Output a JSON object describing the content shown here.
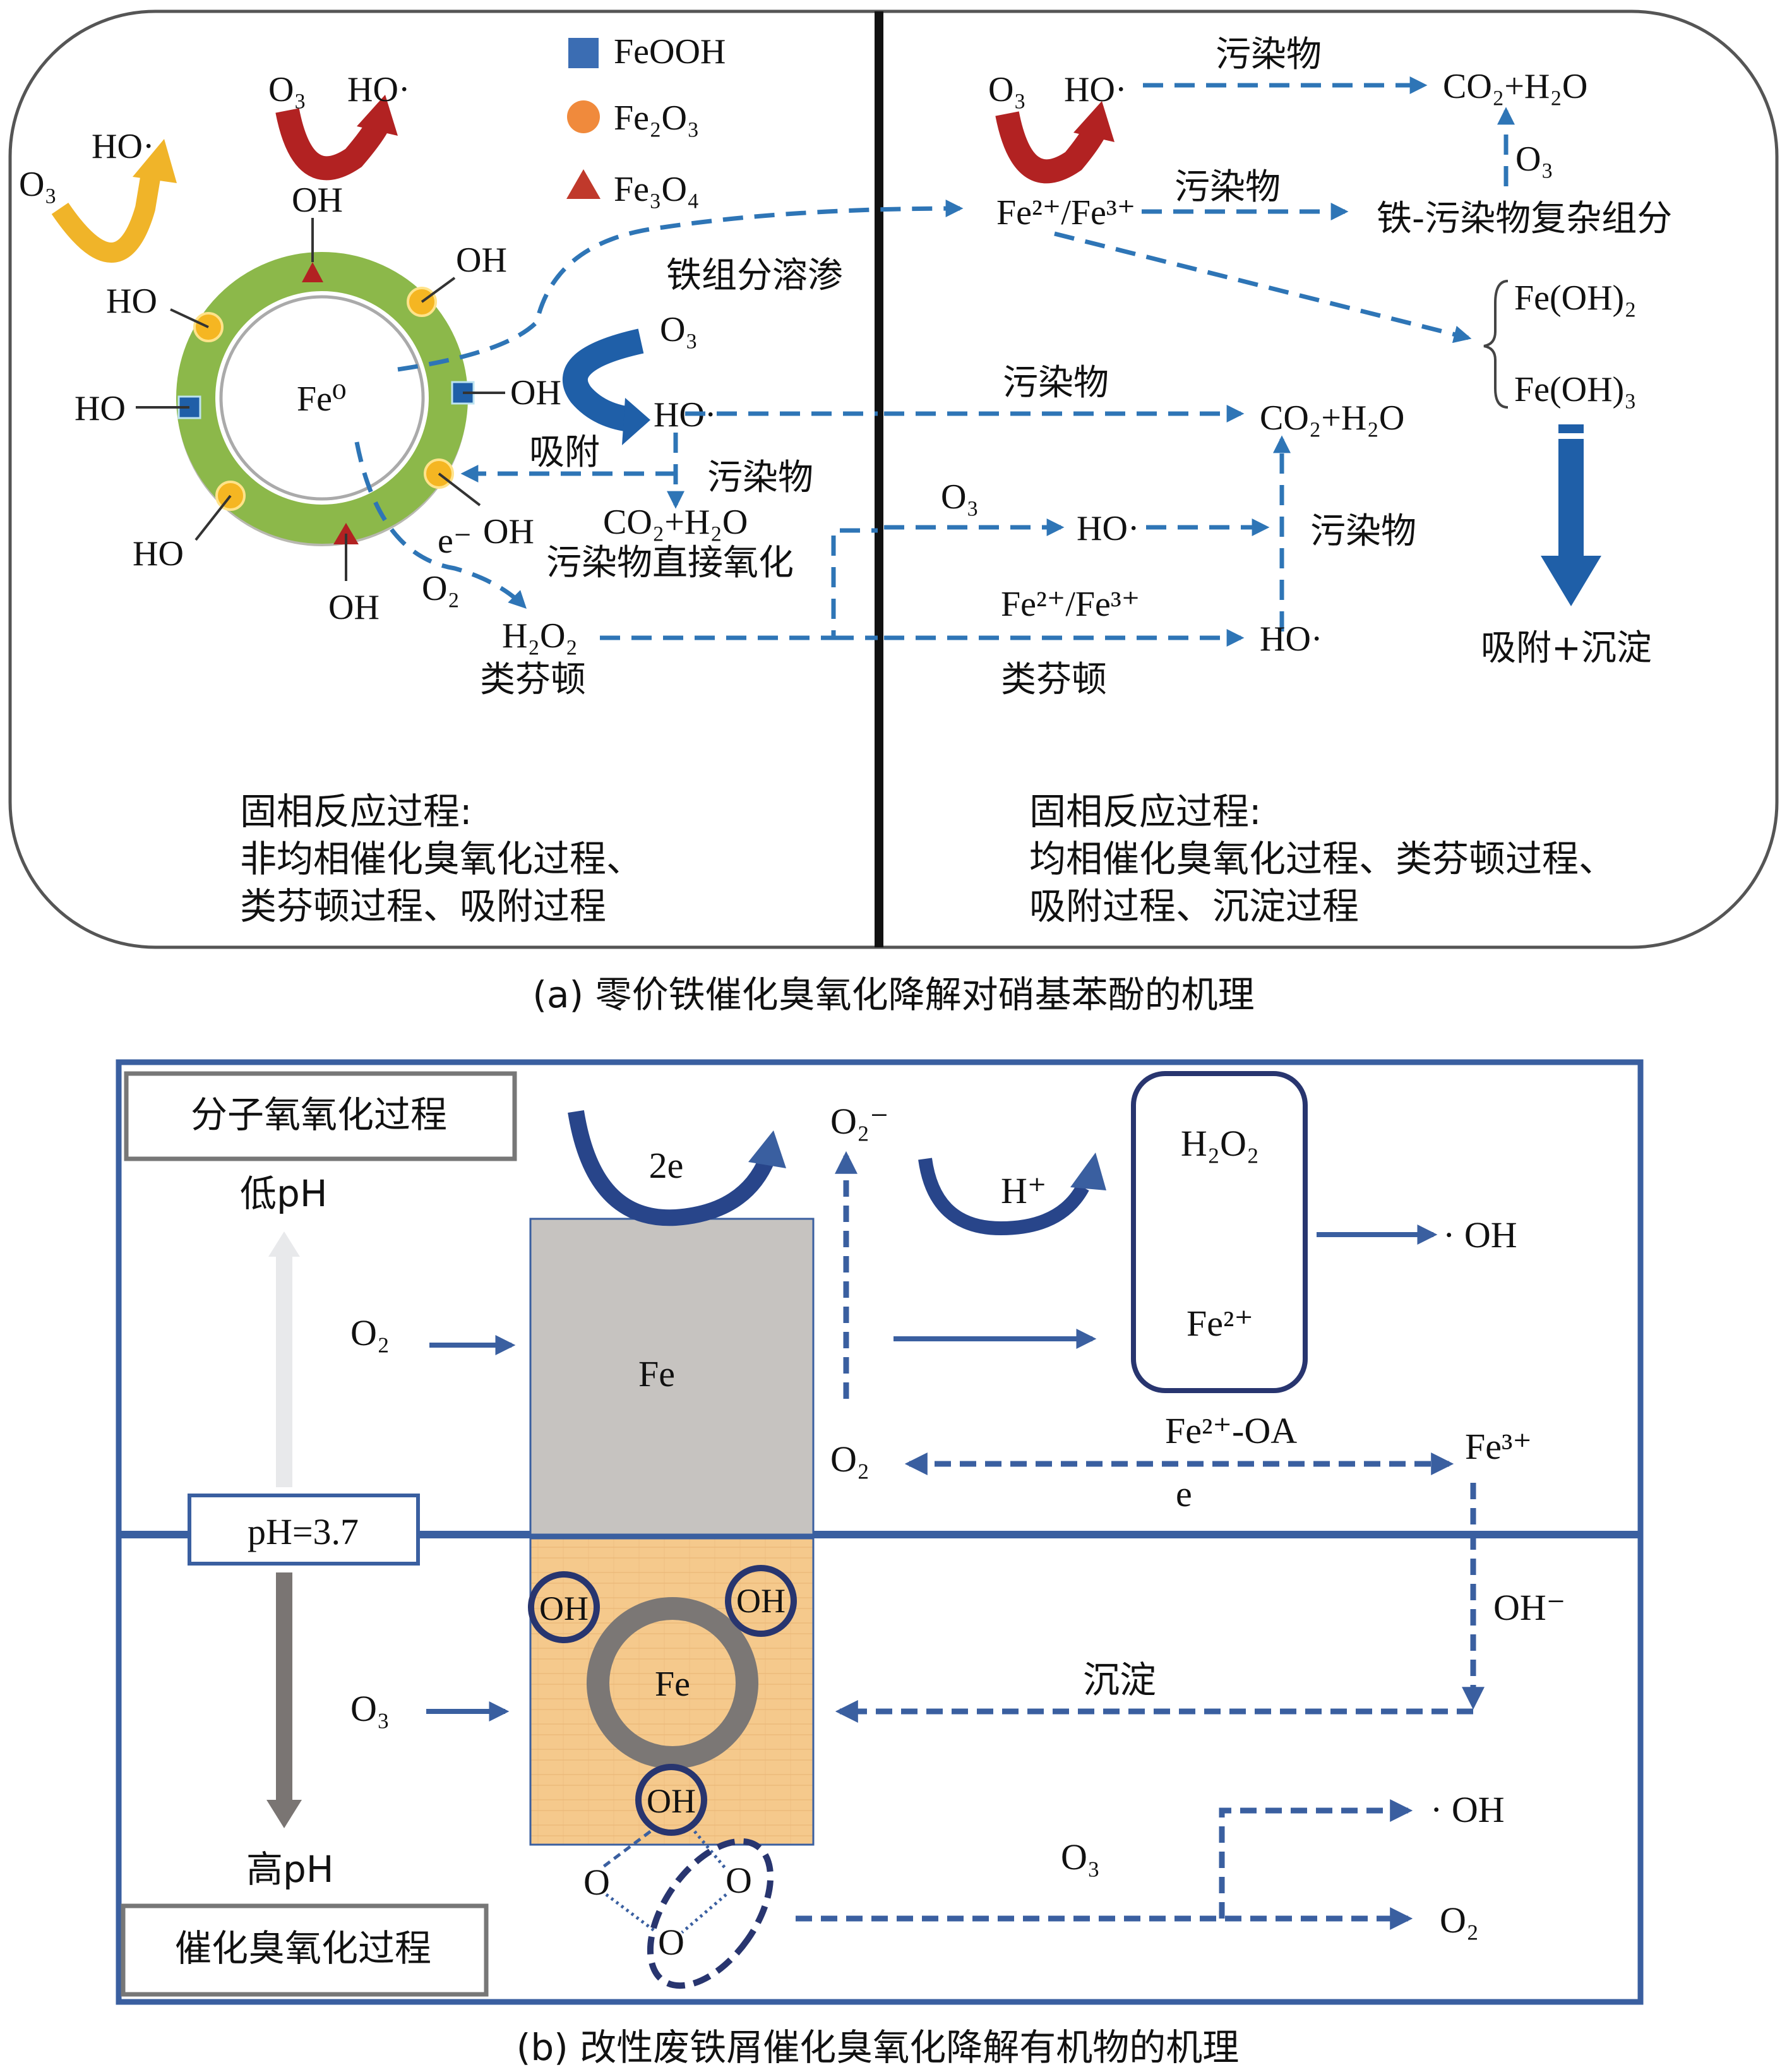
{
  "panel_a": {
    "caption": "(a) 零价铁催化臭氧化降解对硝基苯酚的机理",
    "legend": [
      {
        "shape": "square",
        "color": "#3b6db3",
        "label": "FeOOH"
      },
      {
        "shape": "circle",
        "color": "#f08a3c",
        "label": "Fe₂O₃"
      },
      {
        "shape": "triangle",
        "color": "#c0392b",
        "label": "Fe₃O₄"
      }
    ],
    "left": {
      "core_label": "Fe⁰",
      "surface_labels": {
        "top": "OH",
        "top_right": "OH",
        "right": "OH",
        "right_lower": "OH",
        "bottom": "OH",
        "left_lower": "HO",
        "left": "HO",
        "left_upper": "HO"
      },
      "yellow_arrow": {
        "from": "O₃",
        "to": "HO·"
      },
      "red_arrow": {
        "from": "O₃",
        "to": "HO·"
      },
      "blue_arrow": {
        "from": "O₃",
        "to": "HO·"
      },
      "dissolution_label": "铁组分溶渗",
      "adsorption_label": "吸附",
      "pollutant_label": "污染物",
      "products_label": "CO₂+H₂O",
      "direct_oxidation_label": "污染物直接氧化",
      "electron_label": "e⁻",
      "o2_label": "O₂",
      "h2o2_label": "H₂O₂",
      "fenton_label": "类芬顿",
      "process_title": "固相反应过程:",
      "process_lines": [
        "非均相催化臭氧化过程、",
        "类芬顿过程、吸附过程"
      ]
    },
    "right": {
      "red_arrow": {
        "from": "O₃",
        "to": "HO·"
      },
      "pollutant_1": "污染物",
      "products_1": "CO₂+H₂O",
      "ions": "Fe²⁺/Fe³⁺",
      "pollutant_2": "污染物",
      "complex": "铁-污染物复杂组分",
      "o3_up": "O₃",
      "hydroxides": [
        "Fe(OH)₂",
        "Fe(OH)₃"
      ],
      "pollutant_3": "污染物",
      "products_2": "CO₂+H₂O",
      "o3_label": "O₃",
      "ho_1": "HO·",
      "pollutant_4": "污染物",
      "ions_2": "Fe²⁺/Fe³⁺",
      "ho_2": "HO·",
      "fenton_label": "类芬顿",
      "adsorb_precip": "吸附+沉淀",
      "process_title": "固相反应过程:",
      "process_lines": [
        "均相催化臭氧化过程、类芬顿过程、",
        "吸附过程、沉淀过程"
      ]
    }
  },
  "panel_b": {
    "caption": "(b) 改性废铁屑催化臭氧化降解有机物的机理",
    "top_box_label": "分子氧氧化过程",
    "bottom_box_label": "催化臭氧化过程",
    "low_ph": "低pH",
    "high_ph": "高pH",
    "ph_threshold": "pH=3.7",
    "o2_in": "O₂",
    "o3_in": "O₃",
    "fe_block_label": "Fe",
    "fe_core_label": "Fe",
    "two_e": "2e",
    "superoxide": "O₂⁻",
    "h_plus": "H⁺",
    "h2o2": "H₂O₂",
    "fe2": "Fe²⁺",
    "oh_radical_1": "· OH",
    "fe2_oa": "Fe²⁺-OA",
    "o2_left": "O₂",
    "fe3": "Fe³⁺",
    "e_label": "e",
    "oh_minus": "OH⁻",
    "precip": "沉淀",
    "oh_groups": [
      "OH",
      "OH",
      "OH"
    ],
    "ozone_atoms": [
      "O",
      "O",
      "O"
    ],
    "o3_label": "O₃",
    "oh_radical_2": "· OH",
    "o2_out": "O₂"
  },
  "colors": {
    "accent_blue": "#2e75b6",
    "frame_blue": "#3a5fa0",
    "ring_green": "#8cb84a",
    "fe_gray": "#c6c3c0",
    "fe_orange": "#f5c98c",
    "arrow_red": "#b22222",
    "arrow_yellow": "#f0b429"
  }
}
